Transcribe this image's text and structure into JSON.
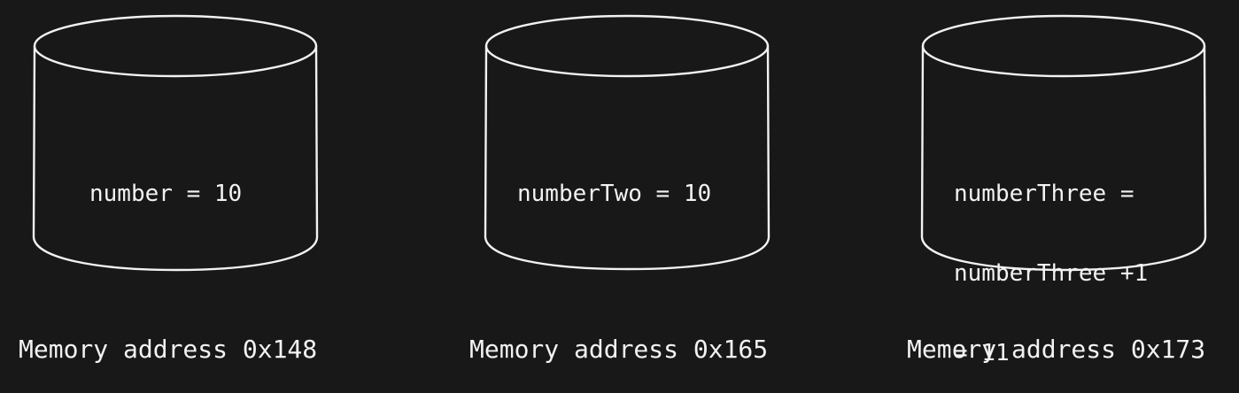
{
  "colors": {
    "background": "#181818",
    "stroke": "#f2f2f2",
    "text": "#f2f2f2"
  },
  "cylinders": [
    {
      "lines": [
        "number = 10"
      ],
      "address": "Memory address 0x148"
    },
    {
      "lines": [
        "numberTwo = 10"
      ],
      "address": "Memory address 0x165"
    },
    {
      "lines": [
        "numberThree =",
        "numberThree +1",
        "= 11"
      ],
      "address": "Memory address 0x173"
    }
  ]
}
